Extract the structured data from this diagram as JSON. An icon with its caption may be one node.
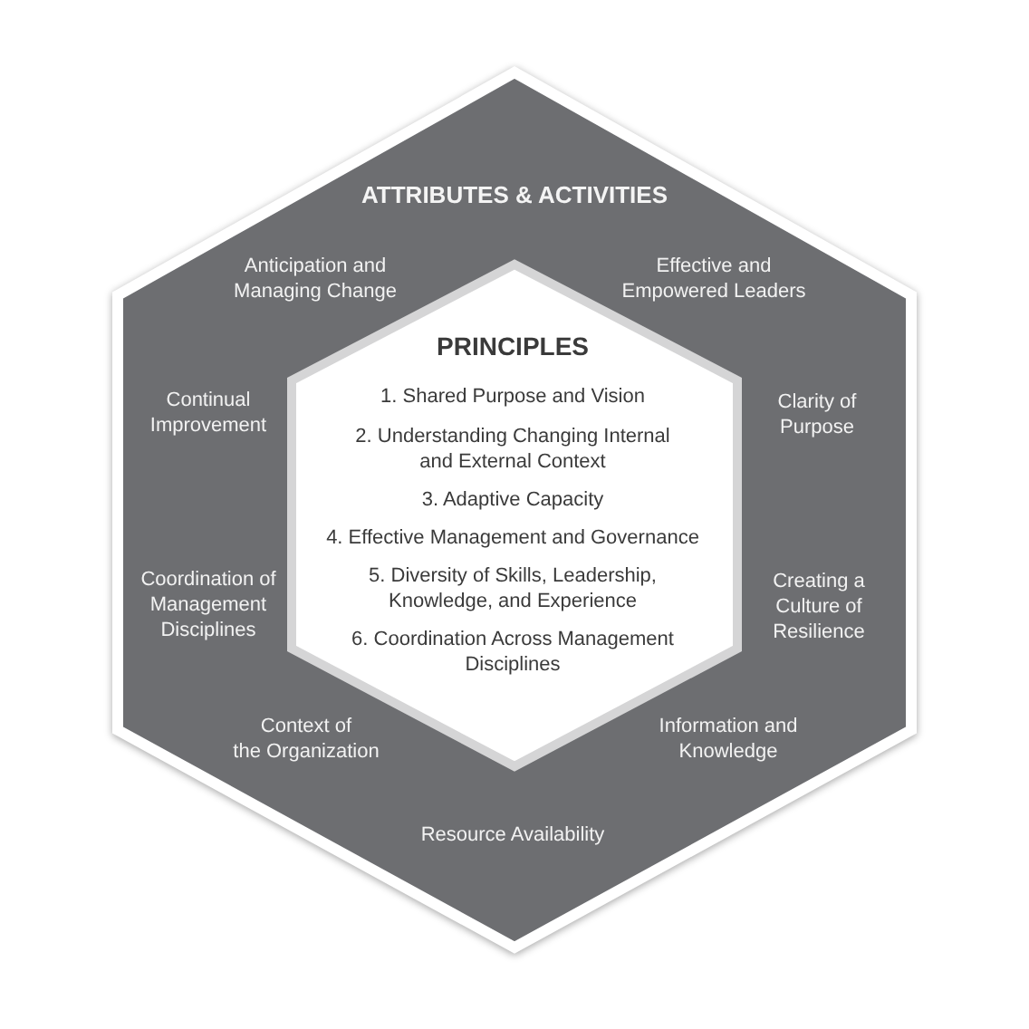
{
  "diagram": {
    "nodes": [
      {
        "text": [
          "ATTRIBUTES & ACTIVITIES",
          "Anticipation and Managing Change",
          "Effective and Empowered Leaders",
          "Continual Improvement",
          "Clarity of Purpose",
          "Coordination of Management Disciplines",
          "Creating a Culture of Resilience",
          "Context of the Organization",
          "Information and Knowledge",
          "Resource Availability"
        ]
      },
      {
        "text": [
          "PRINCIPLES",
          "1. Shared Purpose and Vision",
          "2. Understanding Changing Internal and External Context",
          "3. Adaptive Capacity",
          "4. Effective Management and Governance",
          "5. Diversity of Skills, Leadership, Knowledge, and Experience",
          "6. Coordination Across Management Disciplines"
        ],
        "in": 0
      }
    ]
  }
}
